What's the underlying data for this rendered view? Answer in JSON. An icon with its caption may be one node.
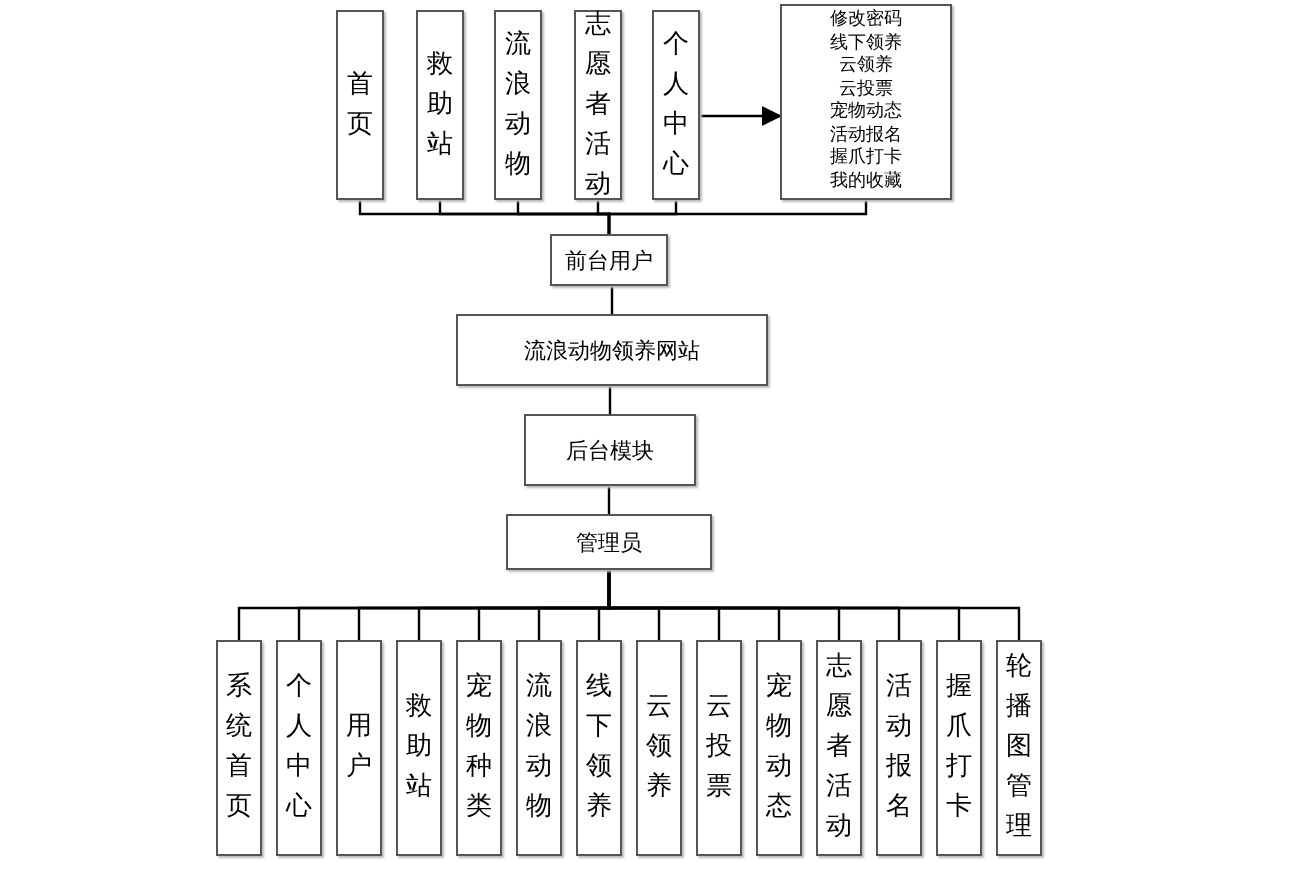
{
  "diagram": {
    "nodes": [
      {
        "text": [
          "首页"
        ]
      },
      {
        "text": [
          "救助站"
        ]
      },
      {
        "text": [
          "流浪动物"
        ]
      },
      {
        "text": [
          "志愿者活动"
        ]
      },
      {
        "text": [
          "个人中心"
        ]
      },
      {
        "text": [
          "修改密码",
          "线下领养",
          "云领养",
          "云投票",
          "宠物动态",
          "活动报名",
          "握爪打卡",
          "我的收藏"
        ]
      },
      {
        "text": [
          "前台用户"
        ]
      },
      {
        "text": [
          "流浪动物领养网站"
        ]
      },
      {
        "text": [
          "后台模块"
        ]
      },
      {
        "text": [
          "管理员"
        ]
      },
      {
        "text": [
          "系统首页"
        ]
      },
      {
        "text": [
          "个人中心"
        ]
      },
      {
        "text": [
          "用户"
        ]
      },
      {
        "text": [
          "救助站"
        ]
      },
      {
        "text": [
          "宠物种类"
        ]
      },
      {
        "text": [
          "流浪动物"
        ]
      },
      {
        "text": [
          "线下领养"
        ]
      },
      {
        "text": [
          "云领养"
        ]
      },
      {
        "text": [
          "云投票"
        ]
      },
      {
        "text": [
          "宠物动态"
        ]
      },
      {
        "text": [
          "志愿者活动"
        ]
      },
      {
        "text": [
          "活动报名"
        ]
      },
      {
        "text": [
          "握爪打卡"
        ]
      },
      {
        "text": [
          "轮播图管理"
        ]
      }
    ],
    "edges": [
      {
        "from": 0,
        "to": 6,
        "arrow": "none"
      },
      {
        "from": 1,
        "to": 6,
        "arrow": "none"
      },
      {
        "from": 2,
        "to": 6,
        "arrow": "none"
      },
      {
        "from": 3,
        "to": 6,
        "arrow": "none"
      },
      {
        "from": 4,
        "to": 6,
        "arrow": "none"
      },
      {
        "from": 5,
        "to": 6,
        "arrow": "none"
      },
      {
        "from": 4,
        "to": 5,
        "arrow": "to"
      },
      {
        "from": 6,
        "to": 7,
        "arrow": "none"
      },
      {
        "from": 7,
        "to": 8,
        "arrow": "none"
      },
      {
        "from": 8,
        "to": 9,
        "arrow": "none"
      },
      {
        "from": 9,
        "to": 10,
        "arrow": "none"
      },
      {
        "from": 9,
        "to": 11,
        "arrow": "none"
      },
      {
        "from": 9,
        "to": 12,
        "arrow": "none"
      },
      {
        "from": 9,
        "to": 13,
        "arrow": "none"
      },
      {
        "from": 9,
        "to": 14,
        "arrow": "none"
      },
      {
        "from": 9,
        "to": 15,
        "arrow": "none"
      },
      {
        "from": 9,
        "to": 16,
        "arrow": "none"
      },
      {
        "from": 9,
        "to": 17,
        "arrow": "none"
      },
      {
        "from": 9,
        "to": 18,
        "arrow": "none"
      },
      {
        "from": 9,
        "to": 19,
        "arrow": "none"
      },
      {
        "from": 9,
        "to": 20,
        "arrow": "none"
      },
      {
        "from": 9,
        "to": 21,
        "arrow": "none"
      },
      {
        "from": 9,
        "to": 22,
        "arrow": "none"
      },
      {
        "from": 9,
        "to": 23,
        "arrow": "none"
      }
    ]
  }
}
